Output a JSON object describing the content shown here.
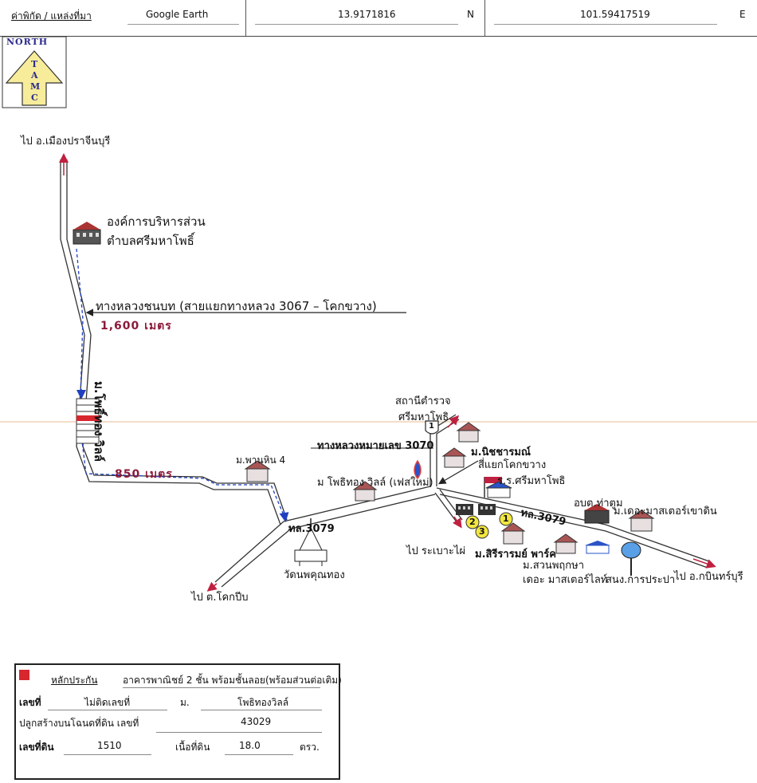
{
  "header": {
    "coord_label": "ค่าพิกัด / แหล่งที่มา",
    "source": "Google Earth",
    "lat_value": "13.9171816",
    "lat_dir": "N",
    "lon_value": "101.59417519",
    "lon_dir": "E"
  },
  "north": {
    "label": "NORTH",
    "letters": [
      "T",
      "A",
      "M",
      "C"
    ]
  },
  "map": {
    "to_prachinburi": "ไป อ.เมืองปราจีนบุรี",
    "sao_line1": "องค์การบริหารส่วน",
    "sao_line2": "ตำบลศรีมหาโพธิ์",
    "rural_road": "ทางหลวงชนบท (สายแยกทางหลวง 3067 – โคกขวาง)",
    "dist_1600": "1,600 เมตร",
    "village_vertical": "ม.โพธิ์ทอง วิลล์",
    "dist_850": "850 เมตร",
    "police_line1": "สถานีตำรวจ",
    "police_line2": "ศรีมหาโพธิ",
    "hw3070": "ทางหลวงหมายเลข 3070",
    "shield_num": "1",
    "nitcharam": "ม.นิชชารมณ์",
    "intersection": "สี่แยกโคกขวาง",
    "school": "ร.ร.ศรีมหาโพธิ",
    "pananhin": "ม.พานหิน 4",
    "photong_villa": "ม โพธิทอง วิลล์ (เฟสใหม่)",
    "tl3079_left": "ทล.3079",
    "tl3079_right": "ทล.3079",
    "temple": "วัดนพคุณทอง",
    "to_khokpip": "ไป ต.โคกปีบ",
    "to_rabaophai": "ไป ระเบาะไผ่",
    "siriram": "ม.สิรีรารมย์ พาร์ค",
    "suanphruksa": "ม.สวนพฤกษา",
    "master_light": "เดอะ มาสเตอร์ไลท์",
    "obt_thatum": "อบต.ท่าตูม",
    "master_khaodin": "ม.เดอะมาสเตอร์เขาดิน",
    "pwa": "สนง.การประปา",
    "to_kabinburi": "ไป อ.กบินทร์บุรี",
    "num1": "1",
    "num2": "2",
    "num3": "3"
  },
  "legend": {
    "collateral_label": "หลักประกัน",
    "collateral_desc": "อาคารพาณิชย์ 2 ชั้น พร้อมชั้นลอย(พร้อมส่วนต่อเติม)",
    "house_no_label": "เลขที่",
    "house_no_value": "ไม่ติดเลขที่",
    "moo_label": "ม.",
    "moo_value": "โพธิทองวิลล์",
    "deed_label": "ปลูกสร้างบนโฉนดที่ดิน เลขที่",
    "deed_value": "43029",
    "land_no_label": "เลขที่ดิน",
    "land_no_value": "1510",
    "area_label": "เนื้อที่ดิน",
    "area_value": "18.0",
    "area_unit": "ตรว.",
    "colors": {
      "marker": "#d8262e",
      "distance_text": "#8b1a3a",
      "route": "#1f3fbf",
      "roads": "#333333"
    }
  }
}
